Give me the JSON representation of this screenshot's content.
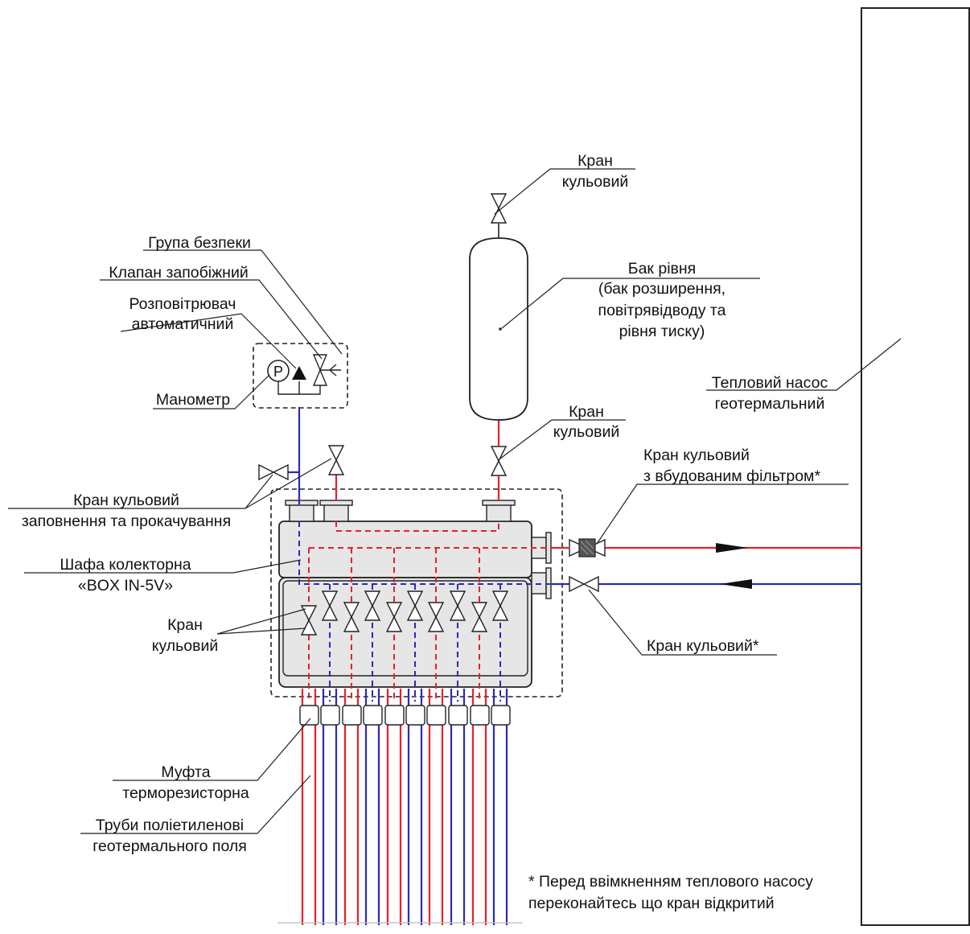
{
  "labels": {
    "kran_top_1": "Кран",
    "kran_top_2": "кульовий",
    "grupa_bezpeky": "Група безпеки",
    "klapan": "Клапан запобіжний",
    "rozpovitr_1": "Розповітрювач",
    "rozpovitr_2": "автоматичний",
    "manometr": "Манометр",
    "bak_1": "Бак рівня",
    "bak_2": "(бак розширення,",
    "bak_3": "повітрявідводу та",
    "bak_4": "рівня тиску)",
    "kran_mid_1": "Кран",
    "kran_mid_2": "кульовий",
    "teplovyi_1": "Тепловий насос",
    "teplovyi_2": "геотермальний",
    "kran_filtr_1": "Кран кульовий",
    "kran_filtr_2": "з вбудованим фільтром*",
    "kran_zapov_1": "Кран кульовий",
    "kran_zapov_2": "заповнення та прокачування",
    "shafa_1": "Шафа колекторна",
    "shafa_2": "«BOX IN-5V»",
    "kran_left_1": "Кран",
    "kran_left_2": "кульовий",
    "kran_star": "Кран кульовий*",
    "mufta_1": "Муфта",
    "mufta_2": "терморезисторна",
    "truby_1": "Труби поліетиленові",
    "truby_2": "геотермального поля",
    "note_1": "* Перед ввімкненням теплового насосу",
    "note_2": "переконайтесь що кран відкритий"
  },
  "manometer_symbol": "P",
  "colors": {
    "supply": "#e8202a",
    "return": "#2a2ab8",
    "cabinet_fill": "#e6e6e6"
  }
}
